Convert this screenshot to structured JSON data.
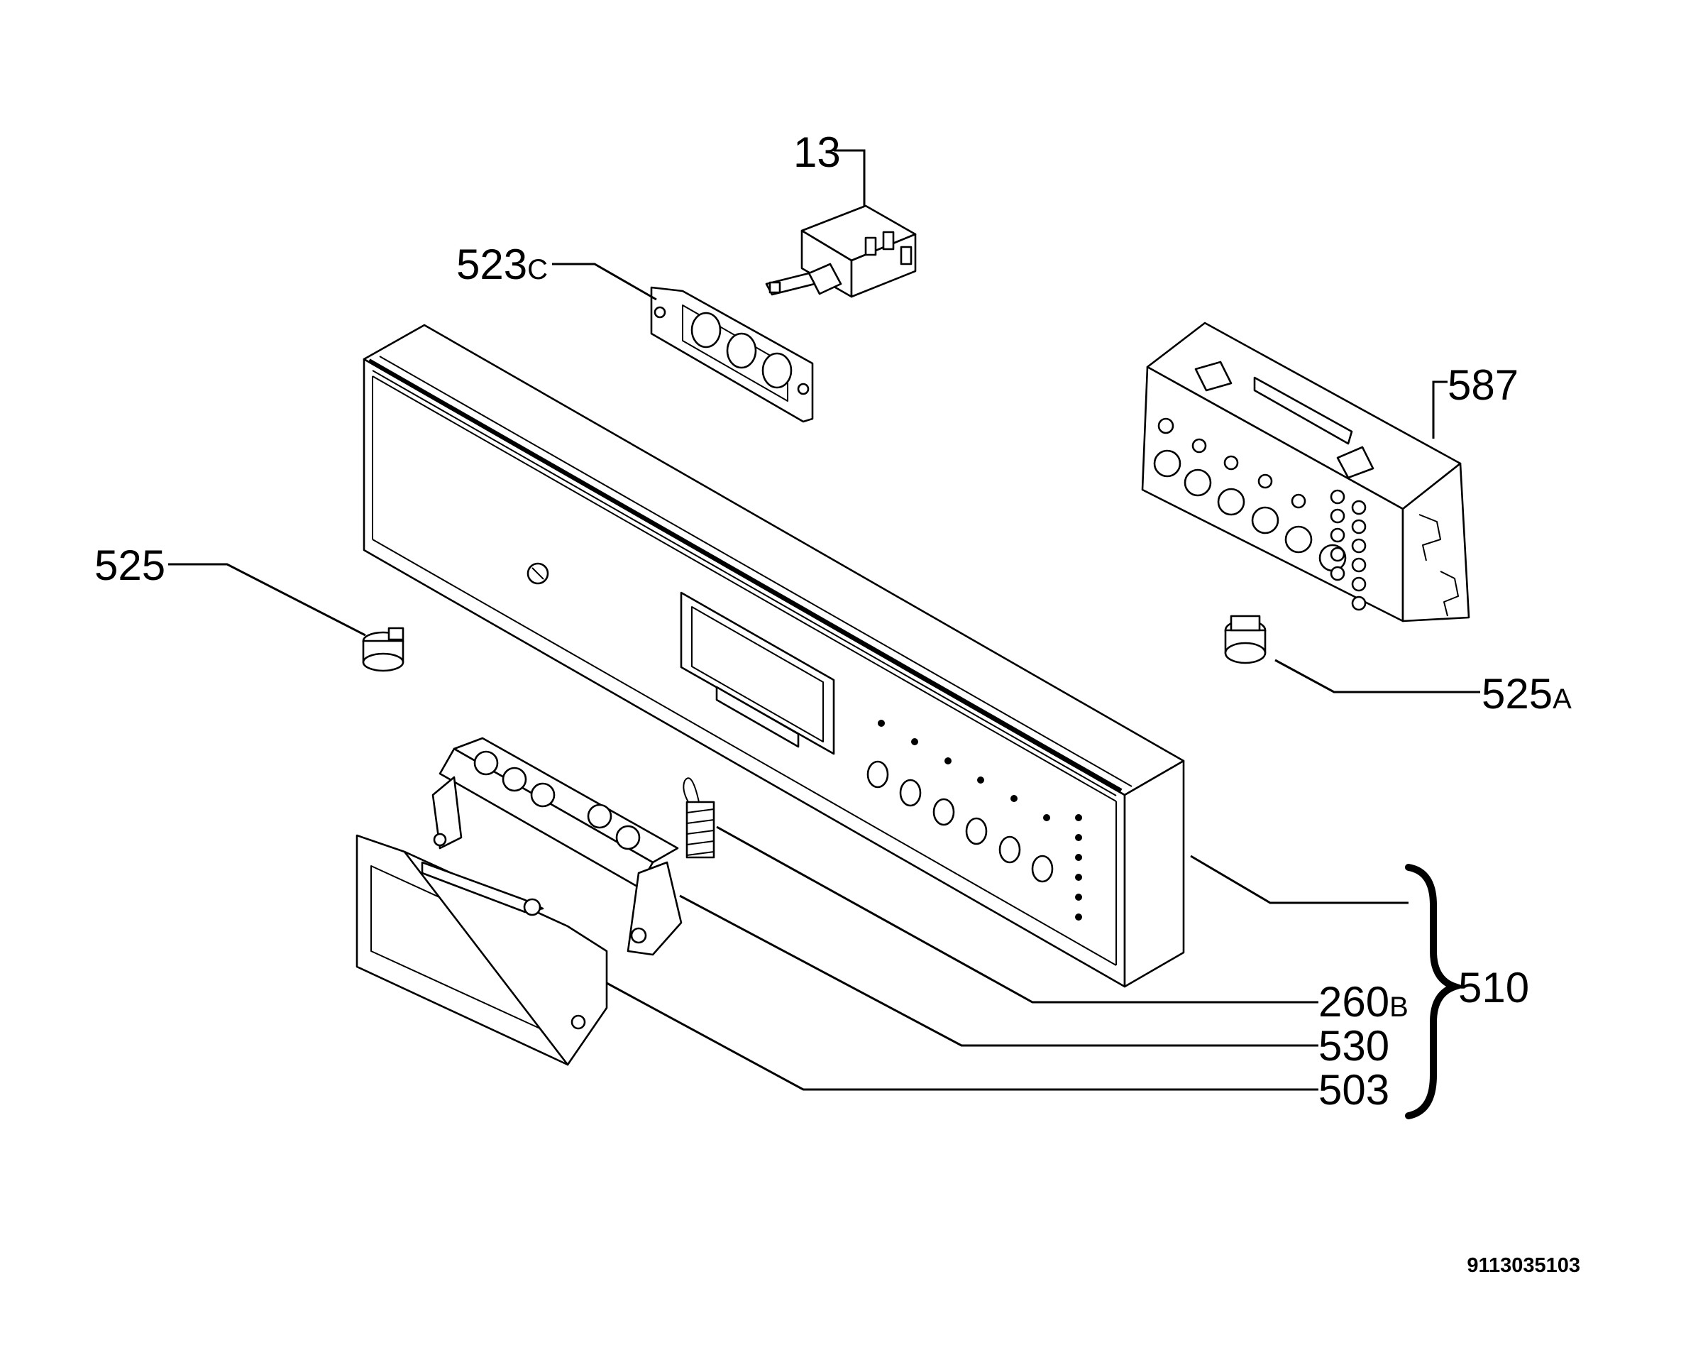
{
  "labels": {
    "p13": {
      "num": "13",
      "suffix": ""
    },
    "p523c": {
      "num": "523",
      "suffix": "C"
    },
    "p587": {
      "num": "587",
      "suffix": ""
    },
    "p525": {
      "num": "525",
      "suffix": ""
    },
    "p525a": {
      "num": "525",
      "suffix": "A"
    },
    "p260b": {
      "num": "260",
      "suffix": "B"
    },
    "p530": {
      "num": "530",
      "suffix": ""
    },
    "p503": {
      "num": "503",
      "suffix": ""
    },
    "p510": {
      "num": "510",
      "suffix": ""
    }
  },
  "drawing_code": "9113035103"
}
